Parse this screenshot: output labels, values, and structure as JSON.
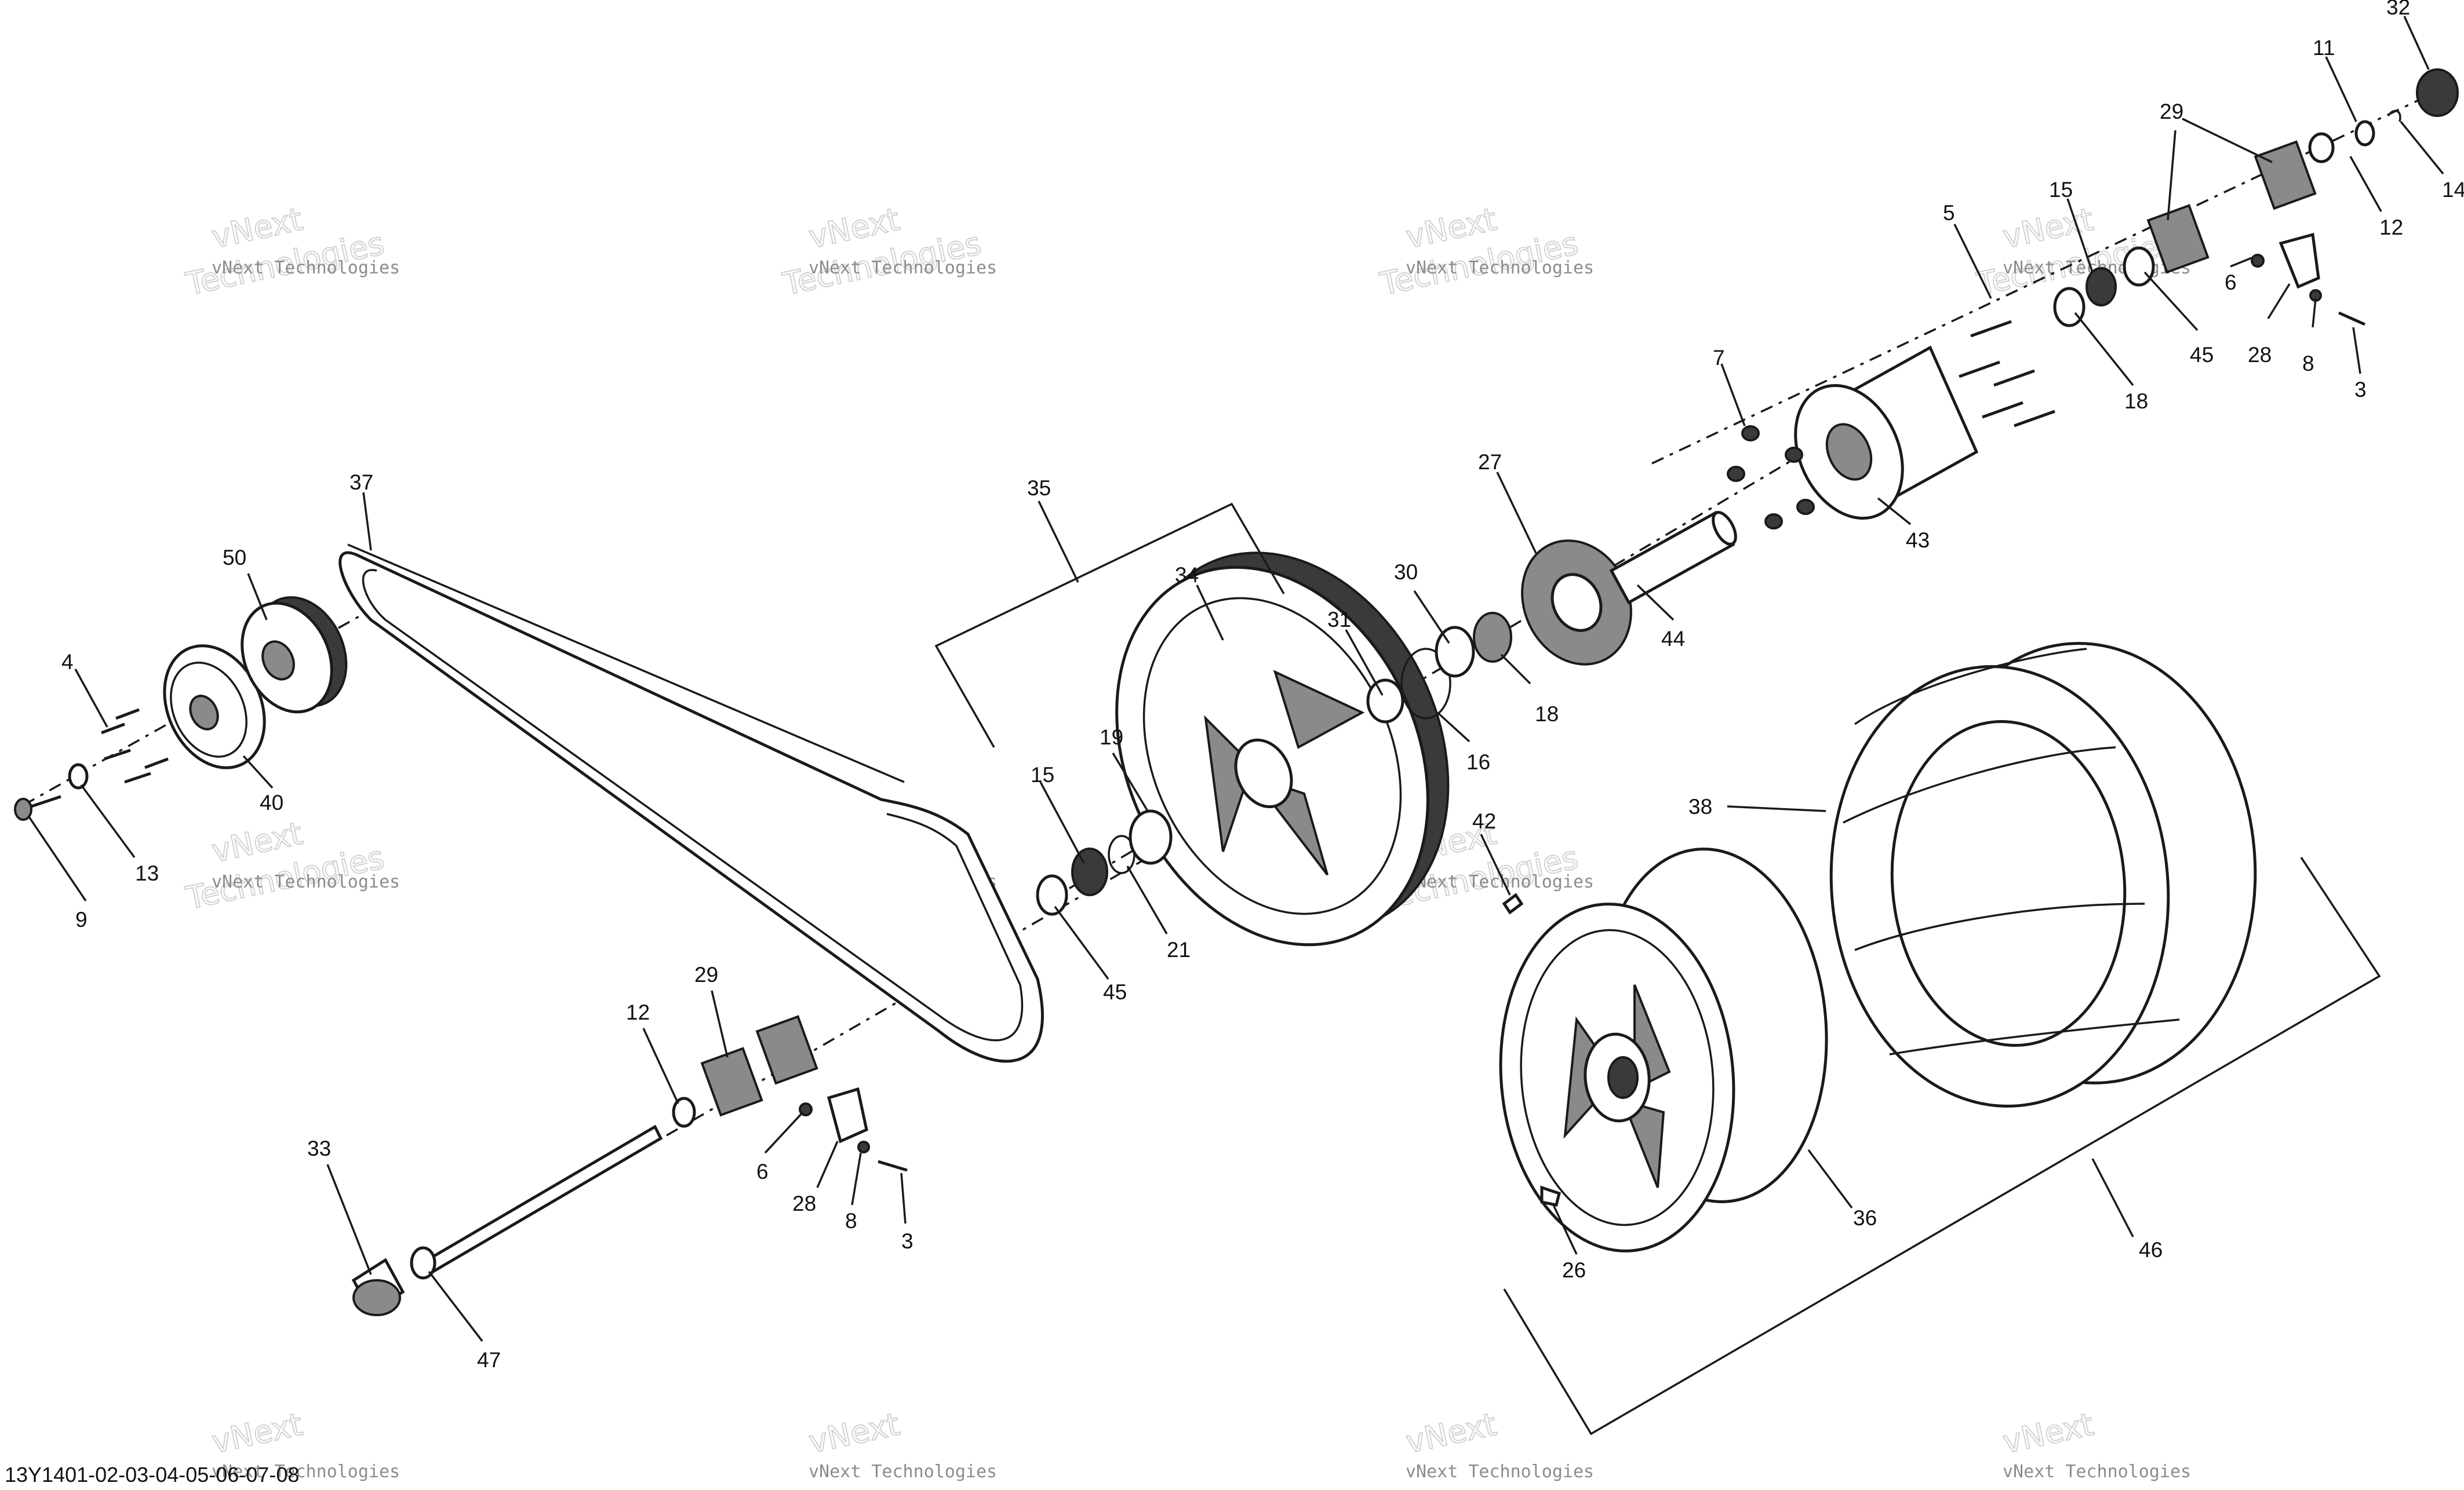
{
  "diagram_code": "13Y1401-02-03-04-05-06-07-08",
  "watermark": {
    "line1": "vNext Technologies",
    "line2": "vNext",
    "line3": "Technologies"
  },
  "callouts": {
    "c32": "32",
    "c11": "11",
    "c14": "14",
    "c29a": "29",
    "c12a": "12",
    "c5": "5",
    "c15a": "15",
    "c6a": "6",
    "c45a": "45",
    "c28a": "28",
    "c8a": "8",
    "c3a": "3",
    "c18a": "18",
    "c7": "7",
    "c43": "43",
    "c27": "27",
    "c44": "44",
    "c37": "37",
    "c35": "35",
    "c34": "34",
    "c30": "30",
    "c31": "31",
    "c18b": "18",
    "c16": "16",
    "c50": "50",
    "c4": "4",
    "c40": "40",
    "c9": "9",
    "c13": "13",
    "c19": "19",
    "c15b": "15",
    "c21": "21",
    "c45b": "45",
    "c42": "42",
    "c38": "38",
    "c29b": "29",
    "c12b": "12",
    "c6b": "6",
    "c28b": "28",
    "c8b": "8",
    "c3b": "3",
    "c33": "33",
    "c47": "47",
    "c36": "36",
    "c26": "26",
    "c46": "46"
  }
}
